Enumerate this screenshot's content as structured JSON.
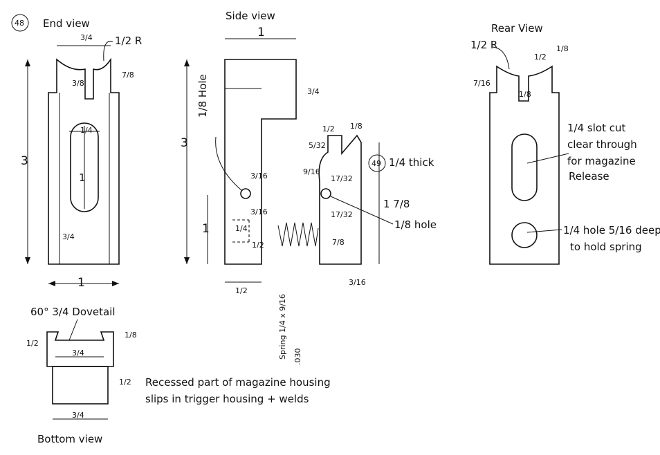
{
  "figure_numbers": {
    "fig48": "48",
    "fig49": "49"
  },
  "views": {
    "end_view": "End view",
    "side_view": "Side view",
    "rear_view": "Rear View",
    "bottom_view": "Bottom view"
  },
  "end_view_dims": {
    "top_width": "3/4",
    "radius": "1/2 R",
    "top_depth": "7/8",
    "slot_width": "3/8",
    "height": "3",
    "slot_inner": "1/4",
    "slot_len": "1",
    "slot_offset": "3/4",
    "width": "1"
  },
  "side_view_dims": {
    "top_width": "1",
    "top_height": "3/4",
    "height": "3",
    "hole": "1/8 Hole",
    "hole_pos": "3/16",
    "lower": "1",
    "spring_pos": "3/16",
    "spring_dim_a": "1/4",
    "spring_dim_b": "1/2",
    "bottom": "1/2",
    "spring_label": "Spring 1/4 x 9/16",
    "spring_wire": ".030"
  },
  "part49_dims": {
    "top_a": "1/2",
    "top_b": "1/8",
    "step": "5/32",
    "left": "9/16",
    "pin_pos": "17/32",
    "thick": "1/4 thick",
    "height": "1 7/8",
    "pin_lower": "17/32",
    "lower": "7/8",
    "hole": "1/8 hole",
    "bottom": "3/16"
  },
  "rear_view_dims": {
    "radius": "1/2 R",
    "top_width": "1/2",
    "top_b": "1/8",
    "depth": "7/16",
    "slot": "1/8"
  },
  "rear_notes": {
    "slot_note_1": "1/4 slot cut",
    "slot_note_2": "clear through",
    "slot_note_3": "for magazine",
    "slot_note_4": "Release",
    "hole_note_1": "1/4 hole 5/16 deep",
    "hole_note_2": "to hold spring"
  },
  "bottom_view_dims": {
    "dovetail": "60° 3/4 Dovetail",
    "left": "1/2",
    "inner_width": "3/4",
    "right_top": "1/8",
    "lower_right": "1/2",
    "bottom_width": "3/4"
  },
  "bottom_note": {
    "line_1": "Recessed part of magazine housing",
    "line_2": "slips in trigger housing + welds"
  }
}
